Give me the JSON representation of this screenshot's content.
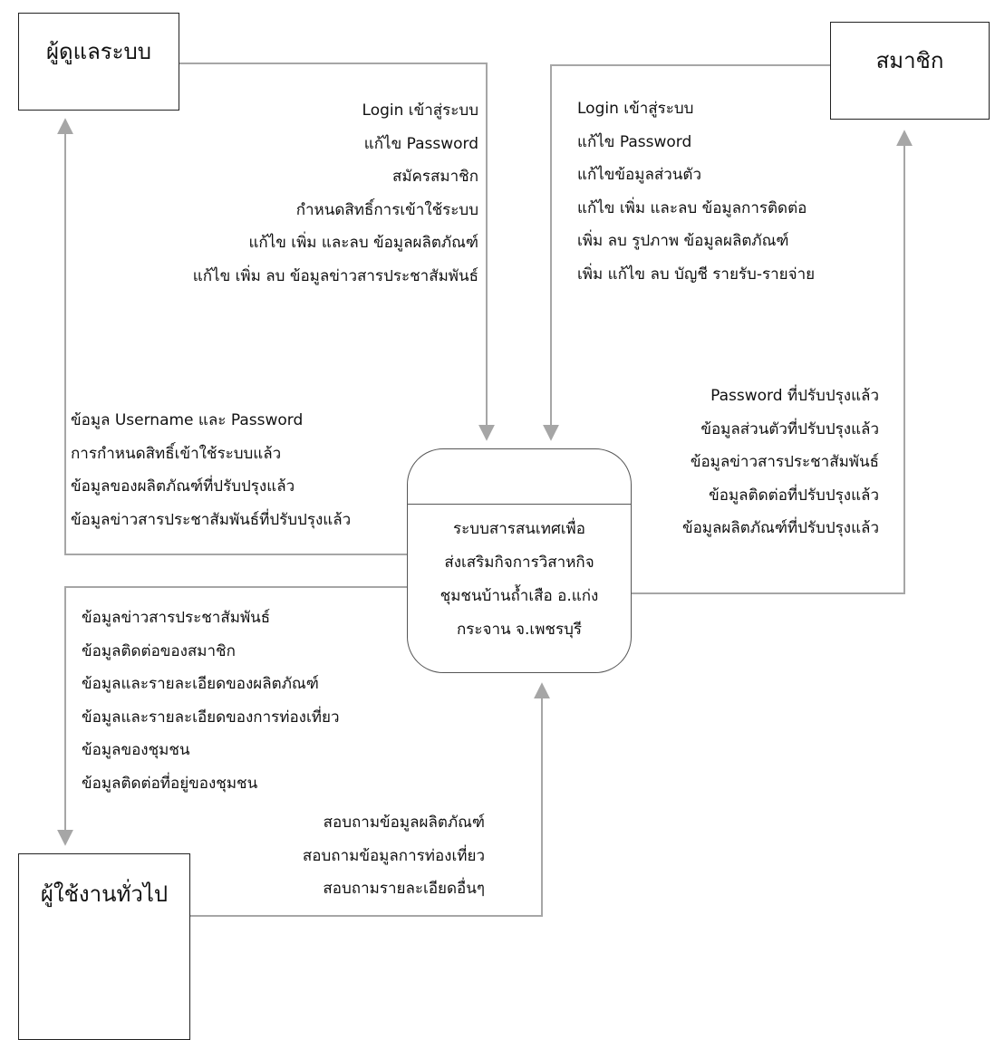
{
  "entities": {
    "admin": "ผู้ดูแลระบบ",
    "member": "สมาชิก",
    "user": "ผู้ใช้งานทั่วไป"
  },
  "process": {
    "lines": [
      "ระบบสารสนเทศเพื่อ",
      "ส่งเสริมกิจการวิสาหกิจ",
      "ชุมชนบ้านถ้ำเสือ อ.แก่ง",
      "กระจาน จ.เพชรบุรี"
    ]
  },
  "flows": {
    "admin_to_system": [
      "Login เข้าสู่ระบบ",
      "แก้ไข Password",
      "สมัครสมาชิก",
      "กำหนดสิทธิ์การเข้าใช้ระบบ",
      "แก้ไข เพิ่ม และลบ ข้อมูลผลิตภัณฑ์",
      "แก้ไข เพิ่ม ลบ ข้อมูลข่าวสารประชาสัมพันธ์"
    ],
    "member_to_system": [
      "Login เข้าสู่ระบบ",
      "แก้ไข Password",
      "แก้ไขข้อมูลส่วนตัว",
      "แก้ไข เพิ่ม และลบ ข้อมูลการติดต่อ",
      "เพิ่ม ลบ รูปภาพ ข้อมูลผลิตภัณฑ์",
      "เพิ่ม แก้ไข ลบ บัญชี รายรับ-รายจ่าย"
    ],
    "system_to_member": [
      "Password ที่ปรับปรุงแล้ว",
      "ข้อมูลส่วนตัวที่ปรับปรุงแล้ว",
      "ข้อมูลข่าวสารประชาสัมพันธ์",
      "ข้อมูลติดต่อที่ปรับปรุงแล้ว",
      "ข้อมูลผลิตภัณฑ์ที่ปรับปรุงแล้ว"
    ],
    "system_to_admin": [
      "ข้อมูล Username และ Password",
      "การกำหนดสิทธิ์เข้าใช้ระบบแล้ว",
      "ข้อมูลของผลิตภัณฑ์ที่ปรับปรุงแล้ว",
      "ข้อมูลข่าวสารประชาสัมพันธ์ที่ปรับปรุงแล้ว"
    ],
    "system_to_user": [
      "ข้อมูลข่าวสารประชาสัมพันธ์",
      "ข้อมูลติดต่อของสมาชิก",
      "ข้อมูลและรายละเอียดของผลิตภัณฑ์",
      "ข้อมูลและรายละเอียดของการท่องเที่ยว",
      "ข้อมูลของชุมชน",
      "ข้อมูลติดต่อที่อยู่ของชุมชน"
    ],
    "user_to_system": [
      "สอบถามข้อมูลผลิตภัณฑ์",
      "สอบถามข้อมูลการท่องเที่ยว",
      "สอบถามรายละเอียดอื่นๆ"
    ]
  },
  "colors": {
    "line": "#a6a6a6",
    "border": "#222222"
  }
}
